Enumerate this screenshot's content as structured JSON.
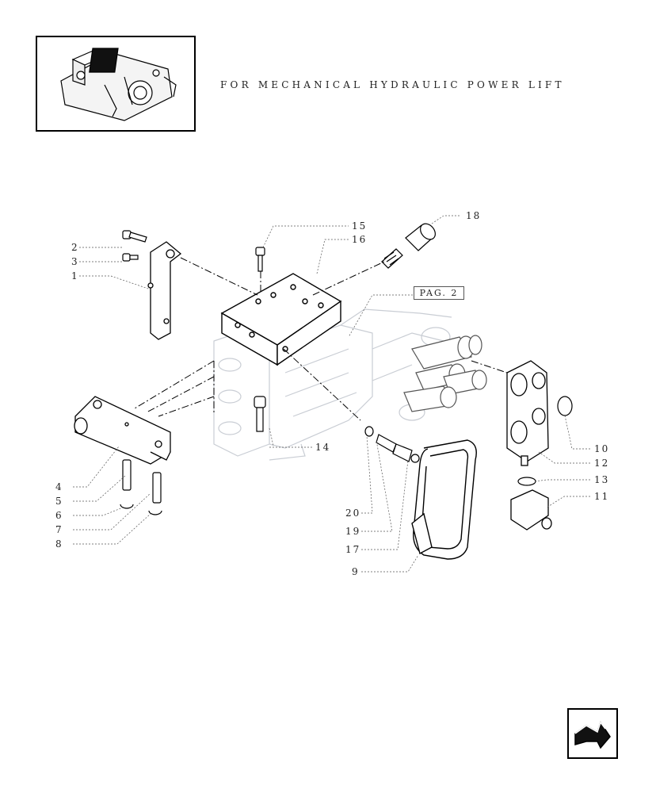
{
  "header": {
    "title": "FOR MECHANICAL HYDRAULIC POWER LIFT"
  },
  "reference": {
    "label": "PAG. 2"
  },
  "callouts": [
    "1",
    "2",
    "3",
    "4",
    "5",
    "6",
    "7",
    "8",
    "9",
    "10",
    "11",
    "12",
    "13",
    "14",
    "15",
    "16",
    "17",
    "18",
    "19",
    "20"
  ],
  "icons": {
    "thumbnail": "assembly-thumbnail-icon",
    "nav": "next-page-arrow-icon"
  }
}
